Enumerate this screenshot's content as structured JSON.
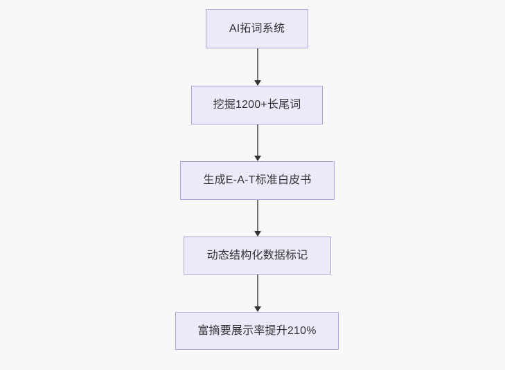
{
  "diagram": {
    "type": "flowchart",
    "direction": "top-to-bottom",
    "background_color": "#f8f8f8",
    "node_fill_color": "#ece9fb",
    "node_border_color": "#b3a0d8",
    "node_text_color": "#333333",
    "edge_line_color": "#707070",
    "edge_arrow_color": "#333333",
    "nodes": [
      {
        "id": "n1",
        "label": "AI拓词系统"
      },
      {
        "id": "n2",
        "label": "挖掘1200+长尾词"
      },
      {
        "id": "n3",
        "label": "生成E-A-T标准白皮书"
      },
      {
        "id": "n4",
        "label": "动态结构化数据标记"
      },
      {
        "id": "n5",
        "label": "富摘要展示率提升210%"
      }
    ],
    "edges": [
      {
        "from": "n1",
        "to": "n2"
      },
      {
        "from": "n2",
        "to": "n3"
      },
      {
        "from": "n3",
        "to": "n4"
      },
      {
        "from": "n4",
        "to": "n5"
      }
    ]
  }
}
